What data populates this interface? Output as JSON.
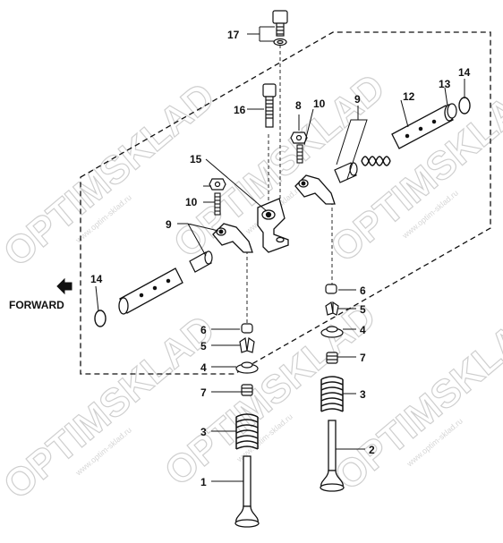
{
  "diagram": {
    "direction_label": "FORWARD",
    "callouts": {
      "c1": "1",
      "c2": "2",
      "c3a": "3",
      "c3b": "3",
      "c4a": "4",
      "c4b": "4",
      "c5a": "5",
      "c5b": "5",
      "c6a": "6",
      "c6b": "6",
      "c7a": "7",
      "c7b": "7",
      "c8": "8",
      "c9a": "9",
      "c9b": "9",
      "c10a": "10",
      "c10b": "10",
      "c12": "12",
      "c13": "13",
      "c14a": "14",
      "c14b": "14",
      "c15": "15",
      "c16": "16",
      "c17": "17"
    },
    "watermark": {
      "brand": "OPTIMSKLAD",
      "url": "www.optim-sklad.ru"
    },
    "colors": {
      "line": "#111111",
      "watermark": "#cfcfcf"
    }
  }
}
